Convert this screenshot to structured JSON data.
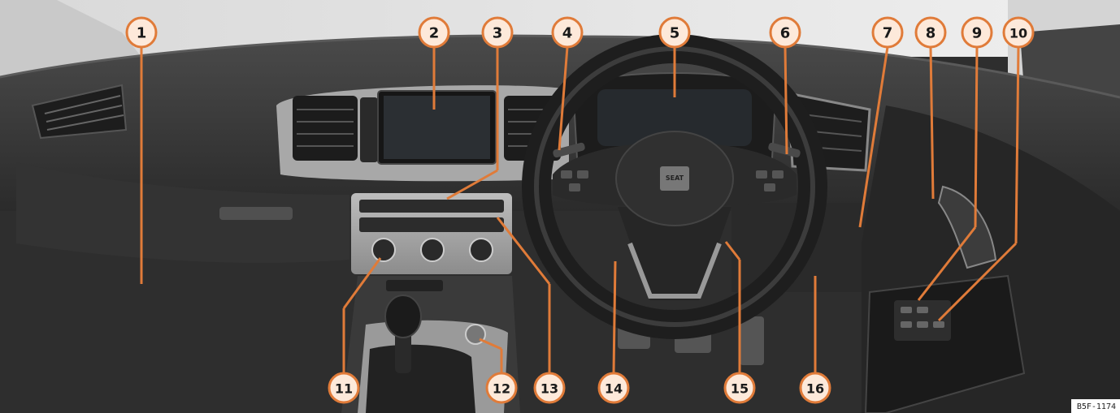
{
  "figure": {
    "code": "B5F-1174",
    "brand_badge": "SEAT",
    "callout_color": "#e07b39",
    "callout_fill": "#fde9da",
    "callouts": [
      "1",
      "2",
      "3",
      "4",
      "5",
      "6",
      "7",
      "8",
      "9",
      "10",
      "11",
      "12",
      "13",
      "14",
      "15",
      "16"
    ]
  }
}
